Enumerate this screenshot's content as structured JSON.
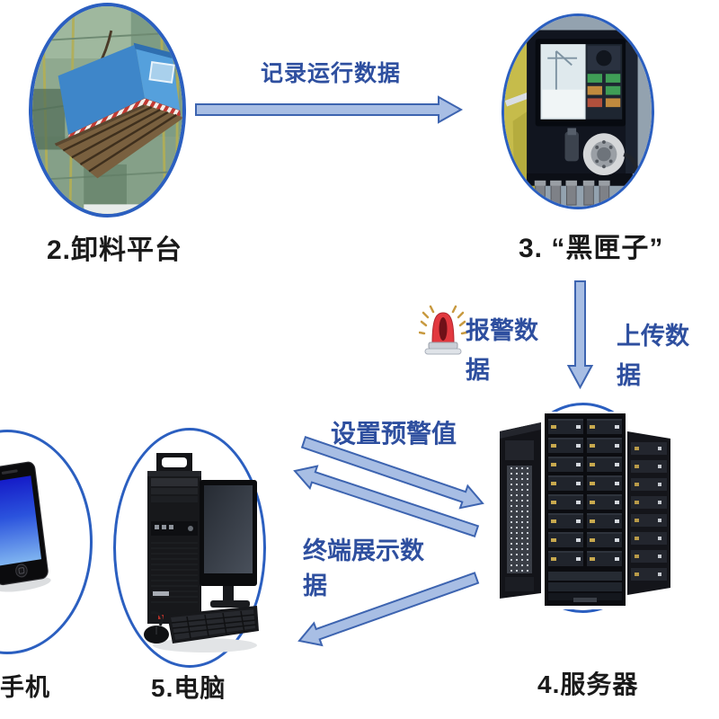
{
  "diagram": {
    "nodes": {
      "platform": {
        "label": "2.卸料平台",
        "photo": "unloading-platform-photo"
      },
      "blackbox": {
        "label": "3. “黑匣子”",
        "photo": "blackbox-device-photo"
      },
      "server": {
        "label": "4.服务器",
        "photo": "server-racks-photo"
      },
      "computer": {
        "label": "5.电脑",
        "photo": "desktop-computer-photo"
      },
      "phone": {
        "label": "手机",
        "photo": "smartphone-photo"
      }
    },
    "flows": {
      "record": {
        "label": "记录运行数据"
      },
      "upload": {
        "label": "上传数据"
      },
      "alarm": {
        "label": "报警数据",
        "icon": "siren-icon"
      },
      "threshold": {
        "label": "设置预警值"
      },
      "display": {
        "label": "终端展示数据"
      }
    }
  },
  "colors": {
    "flow-text": "#2E4F9F",
    "node-label": "#1A1A1A",
    "ellipse-ring": "#2B5FC0",
    "arrow-fill": "#A8BEE4",
    "arrow-stroke": "#3D64B0",
    "alarm-red": "#E2383F"
  }
}
